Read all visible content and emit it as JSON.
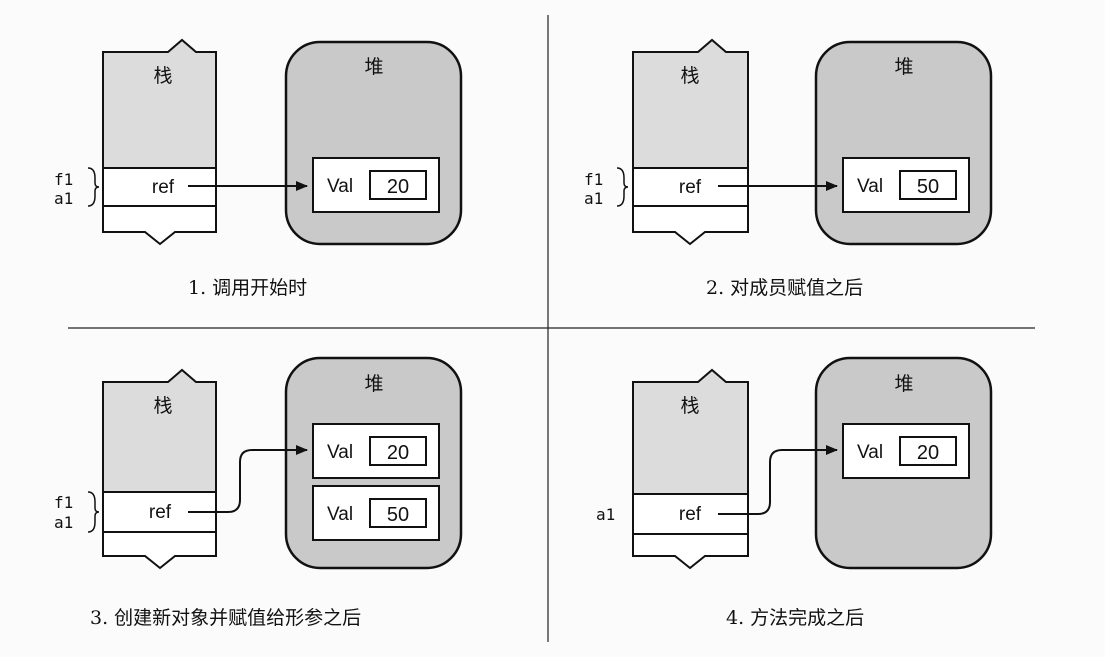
{
  "labels": {
    "stack": "栈",
    "heap": "堆",
    "ref": "ref",
    "val": "Val",
    "f1": "f1",
    "a1": "a1"
  },
  "panels": [
    {
      "caption": "1. 调用开始时",
      "var_labels": [
        "f1",
        "a1"
      ],
      "objects": [
        "20"
      ]
    },
    {
      "caption": "2. 对成员赋值之后",
      "var_labels": [
        "f1",
        "a1"
      ],
      "objects": [
        "50"
      ]
    },
    {
      "caption": "3. 创建新对象并赋值给形参之后",
      "var_labels": [
        "f1",
        "a1"
      ],
      "objects": [
        "20",
        "50"
      ]
    },
    {
      "caption": "4. 方法完成之后",
      "var_labels": [
        "a1"
      ],
      "objects": [
        "20"
      ]
    }
  ],
  "colors": {
    "stack_fill": "#dcdcdc",
    "heap_fill": "#c9c9c9",
    "line": "#111111",
    "white": "#ffffff"
  }
}
